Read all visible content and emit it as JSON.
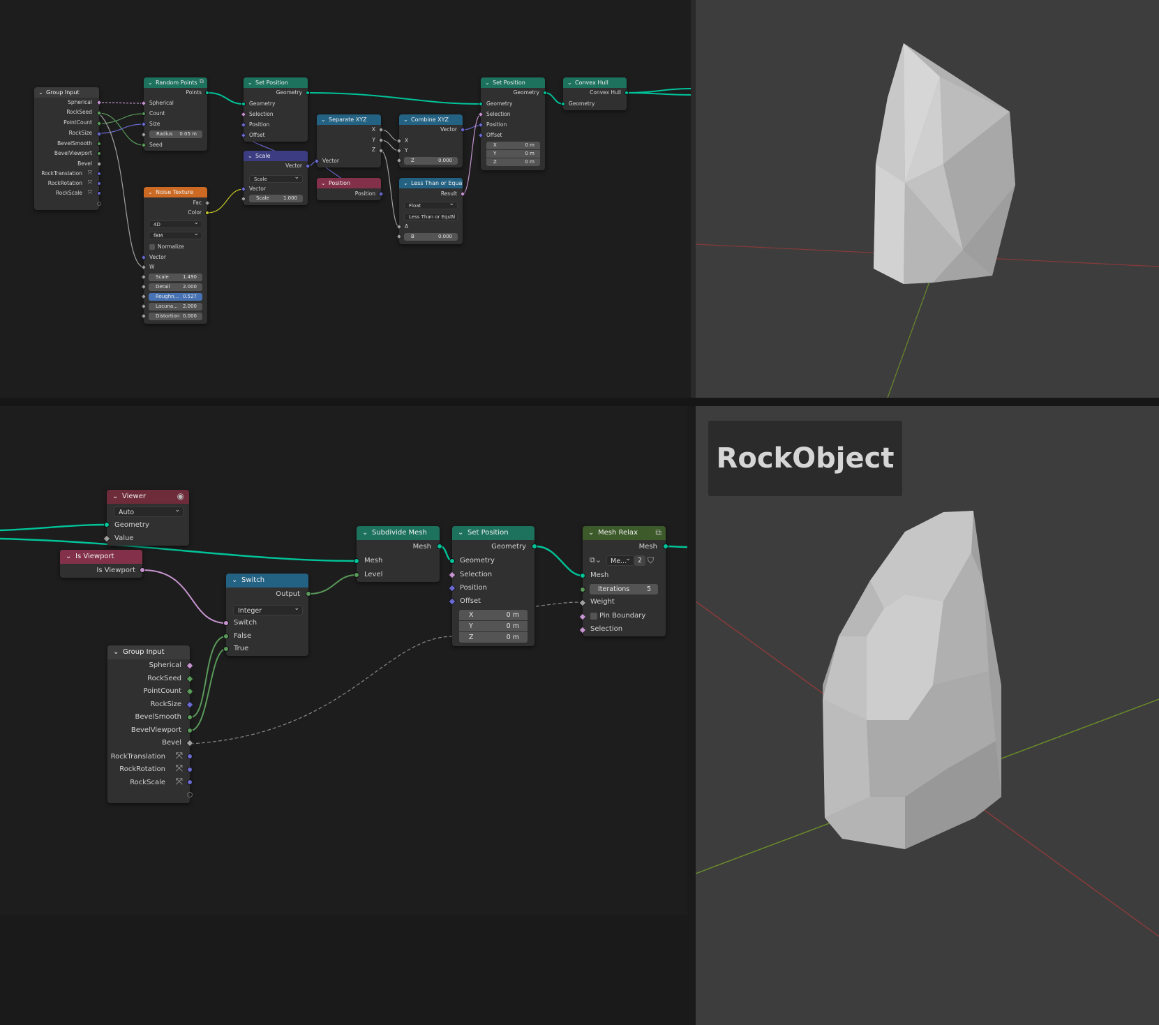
{
  "colors": {
    "geometry_link": "#00c49a",
    "int_link": "#5a9a5a",
    "bool_link": "#c695d0",
    "vector_link": "#6a6ad0",
    "color_link": "#c7c729",
    "float_link": "#a0a0a0",
    "header_geometry": "#1d725e",
    "header_input": "#3b3b3b",
    "header_texture": "#cc6a24",
    "header_converter": "#246283",
    "header_vector": "#3c3c83",
    "header_attribute": "#83314a",
    "header_output": "#6e2b3a",
    "header_mesh_relax": "#3d5a2a"
  },
  "top": {
    "group_input": {
      "title": "Group Input",
      "outputs": [
        "Spherical",
        "RockSeed",
        "PointCount",
        "RockSize",
        "BevelSmooth",
        "BevelViewport",
        "Bevel",
        "RockTranslation",
        "RockRotation",
        "RockScale"
      ]
    },
    "random_points": {
      "title": "Random Points",
      "output": "Points",
      "inputs": [
        "Spherical",
        "Count",
        "Size"
      ],
      "radius_label": "Radius",
      "radius_value": "0.05 m",
      "seed": "Seed"
    },
    "noise_texture": {
      "title": "Noise Texture",
      "outputs": [
        "Fac",
        "Color"
      ],
      "dims": "4D",
      "type": "fBM",
      "normalize": "Normalize",
      "inputs": [
        "Vector",
        "W"
      ],
      "fields": [
        {
          "label": "Scale",
          "value": "1.490"
        },
        {
          "label": "Detail",
          "value": "2.000"
        },
        {
          "label": "Roughn...",
          "value": "0.527"
        },
        {
          "label": "Lacuna...",
          "value": "2.000"
        },
        {
          "label": "Distortion",
          "value": "0.000"
        }
      ]
    },
    "set_position_1": {
      "title": "Set Position",
      "output": "Geometry",
      "inputs": [
        "Geometry",
        "Selection",
        "Position",
        "Offset"
      ]
    },
    "scale": {
      "title": "Scale",
      "output": "Vector",
      "mode": "Scale",
      "input": "Vector",
      "scale_label": "Scale",
      "scale_value": "1.000"
    },
    "separate_xyz": {
      "title": "Separate XYZ",
      "outputs": [
        "X",
        "Y",
        "Z"
      ],
      "input": "Vector"
    },
    "position": {
      "title": "Position",
      "output": "Position"
    },
    "combine_xyz": {
      "title": "Combine XYZ",
      "output": "Vector",
      "inputs": [
        "X",
        "Y"
      ],
      "z_label": "Z",
      "z_value": "0.000"
    },
    "less_than": {
      "title": "Less Than or Equal",
      "output": "Result",
      "type": "Float",
      "op": "Less Than or Equal",
      "input_a": "A",
      "b_label": "B",
      "b_value": "0.000"
    },
    "set_position_2": {
      "title": "Set Position",
      "output": "Geometry",
      "inputs": [
        "Geometry",
        "Selection",
        "Position",
        "Offset"
      ],
      "x_label": "X",
      "x_value": "0 m",
      "y_label": "Y",
      "y_value": "0 m",
      "z_label": "Z",
      "z_value": "0 m"
    },
    "convex_hull": {
      "title": "Convex Hull",
      "output": "Convex Hull",
      "input": "Geometry"
    }
  },
  "bottom": {
    "viewer": {
      "title": "Viewer",
      "mode": "Auto",
      "inputs": [
        "Geometry",
        "Value"
      ]
    },
    "is_viewport": {
      "title": "Is Viewport",
      "output": "Is Viewport"
    },
    "switch": {
      "title": "Switch",
      "output": "Output",
      "type": "Integer",
      "inputs": [
        "Switch",
        "False",
        "True"
      ]
    },
    "group_input": {
      "title": "Group Input",
      "outputs": [
        "Spherical",
        "RockSeed",
        "PointCount",
        "RockSize",
        "BevelSmooth",
        "BevelViewport",
        "Bevel",
        "RockTranslation",
        "RockRotation",
        "RockScale"
      ]
    },
    "subdivide": {
      "title": "Subdivide Mesh",
      "output": "Mesh",
      "inputs": [
        "Mesh",
        "Level"
      ]
    },
    "set_position": {
      "title": "Set Position",
      "output": "Geometry",
      "inputs": [
        "Geometry",
        "Selection",
        "Position",
        "Offset"
      ],
      "x_label": "X",
      "x_value": "0 m",
      "y_label": "Y",
      "y_value": "0 m",
      "z_label": "Z",
      "z_value": "0 m"
    },
    "mesh_relax": {
      "title": "Mesh Relax",
      "output": "Mesh",
      "group_name": "Me...",
      "users": "2",
      "input_mesh": "Mesh",
      "iter_label": "Iterations",
      "iter_value": "5",
      "inputs": [
        "Weight",
        "Pin Boundary",
        "Selection"
      ]
    }
  },
  "viewport": {
    "object_name": "RockObject"
  }
}
